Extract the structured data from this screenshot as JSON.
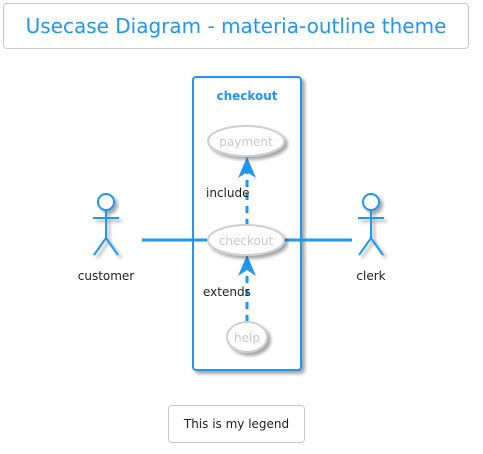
{
  "title": "Usecase Diagram - materia-outline theme",
  "legend": "This is my legend",
  "package": {
    "label": "checkout"
  },
  "usecases": {
    "payment": "payment",
    "checkout": "checkout",
    "help": "help"
  },
  "actors": {
    "customer": "customer",
    "clerk": "clerk"
  },
  "relations": {
    "include": "include",
    "extends": "extends"
  },
  "colors": {
    "accent": "#2196f3",
    "usecase_border": "#cfcfcf",
    "usecase_text": "#c8c8c8",
    "frame_border": "#c8c8c8"
  }
}
